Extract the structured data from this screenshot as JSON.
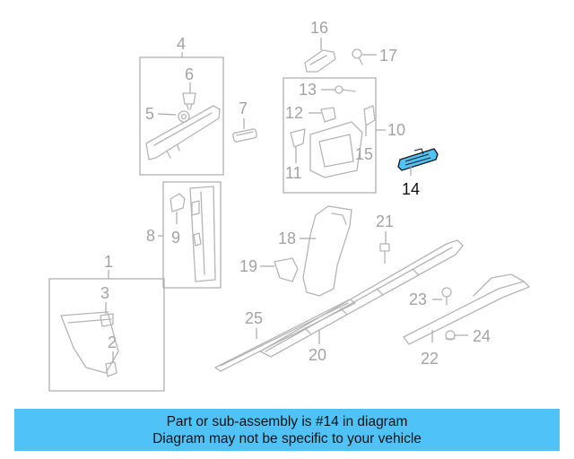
{
  "diagram": {
    "callouts": [
      "1",
      "2",
      "3",
      "4",
      "5",
      "6",
      "7",
      "8",
      "9",
      "10",
      "11",
      "12",
      "13",
      "14",
      "15",
      "16",
      "17",
      "18",
      "19",
      "20",
      "21",
      "22",
      "23",
      "24",
      "25"
    ],
    "highlighted_part": "14",
    "colors": {
      "parts": "#b5b5b5",
      "highlight_fill": "#4fc3f7",
      "highlight_stroke": "#1a1a1a",
      "banner": "#4fc3f7"
    }
  },
  "banner": {
    "line1": "Part or sub-assembly is #14 in diagram",
    "line2": "Diagram may not be specific to your vehicle"
  }
}
